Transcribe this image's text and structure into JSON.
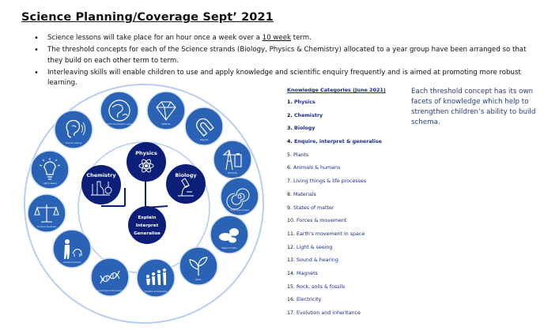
{
  "title": "Science Planning/Coverage Sept’ 2021",
  "bullets": [
    {
      "before": "Science lessons will take place for an hour once a week over a ",
      "link": "10 week",
      "after": " term."
    },
    {
      "before": "The threshold concepts for each of the Science strands (Biology, Physics & Chemistry) allocated to a year group have been arranged so that they build on each other term to term.",
      "link": "",
      "after": ""
    },
    {
      "before": "Interleaving skills will enable children to use and apply knowledge and scientific enquiry frequently and is aimed at promoting more robust learning.",
      "link": "",
      "after": ""
    }
  ],
  "diagram": {
    "inner": {
      "physics": "Physics",
      "chemistry": "Chemistry",
      "biology": "Biology",
      "centre": [
        "Explain",
        "Interpret",
        "Generalise"
      ]
    },
    "outer_icons": [
      {
        "icon": "earth-icon",
        "label": "Earth's movement in space"
      },
      {
        "icon": "diamond-icon",
        "label": "Materials"
      },
      {
        "icon": "magnet-icon",
        "label": "Magnets"
      },
      {
        "icon": "pylon-battery-icon",
        "label": "Electricity"
      },
      {
        "icon": "fossil-icon",
        "label": "Rock, soils & fossils"
      },
      {
        "icon": "rocks-icon",
        "label": "States of matter"
      },
      {
        "icon": "plant-icon",
        "label": "Plants"
      },
      {
        "icon": "evolution-icon",
        "label": "Evolution & inheritance"
      },
      {
        "icon": "dna-icon",
        "label": "Living things & life processes"
      },
      {
        "icon": "human-animal-icon",
        "label": "Animals & humans"
      },
      {
        "icon": "scales-icon",
        "label": "Forces & movement"
      },
      {
        "icon": "lightbulb-icon",
        "label": "Light & seeing"
      },
      {
        "icon": "ear-icon",
        "label": "Sound & hearing"
      }
    ],
    "colors": {
      "outer_ring": "#b8cdf0",
      "node_dark": "#0b1f78",
      "icon_blue": "#2a63b6"
    }
  },
  "knowledge": {
    "title": "Knowledge Categories (June 2021)",
    "items": [
      {
        "num": "1.",
        "text": "Physics",
        "bold": true
      },
      {
        "num": "2.",
        "text": "Chemistry",
        "bold": true
      },
      {
        "num": "3.",
        "text": "Biology",
        "bold": true
      },
      {
        "num": "4.",
        "text": "Enquire, interpret & generalise",
        "bold": true
      },
      {
        "num": "5.",
        "text": "Plants",
        "bold": false
      },
      {
        "num": "6.",
        "text": "Animals & humans",
        "bold": false
      },
      {
        "num": "7.",
        "text": "Living things & life processes",
        "bold": false
      },
      {
        "num": "8.",
        "text": "Materials",
        "bold": false
      },
      {
        "num": "9.",
        "text": "States of matter",
        "bold": false
      },
      {
        "num": "10.",
        "text": "Forces & movement",
        "bold": false
      },
      {
        "num": "11.",
        "text": "Earth's movement in space",
        "bold": false
      },
      {
        "num": "12.",
        "text": "Light & seeing",
        "bold": false
      },
      {
        "num": "13.",
        "text": "Sound & hearing",
        "bold": false
      },
      {
        "num": "14.",
        "text": "Magnets",
        "bold": false
      },
      {
        "num": "15.",
        "text": "Rock, soils & fossils",
        "bold": false
      },
      {
        "num": "16.",
        "text": "Electricity",
        "bold": false
      },
      {
        "num": "17.",
        "text": "Evolution and inheritance",
        "bold": false
      }
    ]
  },
  "side_note": "Each threshold concept has its own facets of knowledge which help to strengthen children’s ability to build schema."
}
